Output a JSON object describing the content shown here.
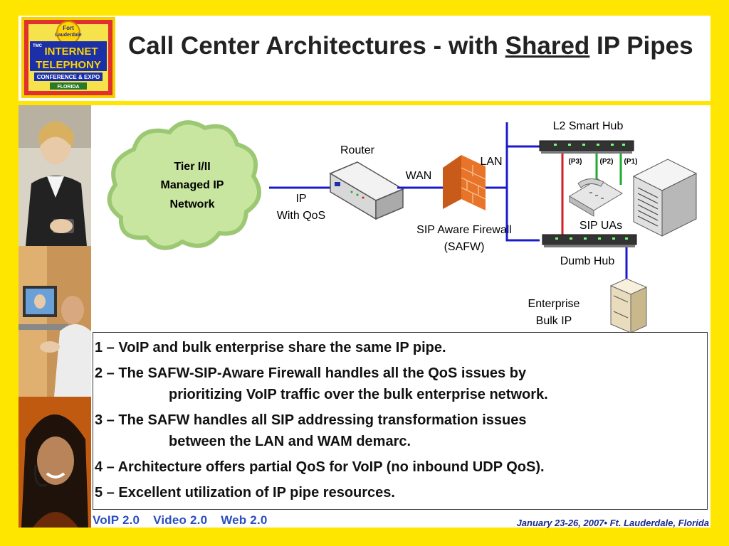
{
  "header": {
    "title_part1": "Call Center Architectures - with ",
    "title_underlined": "Shared",
    "title_part2": " IP Pipes",
    "logo": {
      "line1": "Fort",
      "line2": "Lauderdale",
      "line3": "INTERNET",
      "line4": "TELEPHONY",
      "line5": "CONFERENCE & EXPO",
      "line6": "FLORIDA",
      "badge": "TMC"
    }
  },
  "diagram": {
    "cloud_line1": "Tier I/II",
    "cloud_line2": "Managed IP",
    "cloud_line3": "Network",
    "ip_label1": "IP",
    "ip_label2": "With QoS",
    "router_label": "Router",
    "wan_label": "WAN",
    "lan_label": "LAN",
    "firewall_label1": "SIP Aware Firewall",
    "firewall_label2": "(SAFW)",
    "l2_hub_label": "L2 Smart Hub",
    "p3": "(P3)",
    "p2": "(P2)",
    "p1": "(P1)",
    "sip_uas": "SIP UAs",
    "dumb_hub_label": "Dumb Hub",
    "enterprise1": "Enterprise",
    "enterprise2": "Bulk IP",
    "colors": {
      "cloud": "#c8e6a0",
      "blue_link": "#1a1acc",
      "red_link": "#cc2222",
      "green_link": "#22aa33",
      "firewall": "#e8742a"
    }
  },
  "bullets": [
    {
      "main": "1 – VoIP and bulk enterprise share the same IP pipe.",
      "cont": ""
    },
    {
      "main": "2 – The SAFW-SIP-Aware Firewall handles all the QoS issues by",
      "cont": "prioritizing VoIP traffic over the bulk enterprise network."
    },
    {
      "main": "3 – The SAFW handles all SIP addressing transformation issues",
      "cont": "between the LAN and WAM demarc."
    },
    {
      "main": "4 – Architecture offers partial QoS for VoIP (no inbound UDP QoS).",
      "cont": ""
    },
    {
      "main": "5 – Excellent utilization of IP pipe resources.",
      "cont": ""
    }
  ],
  "footer": {
    "voip": "VoIP 2.0",
    "video": "Video 2.0",
    "web": "Web 2.0",
    "date": "January 23-26, 2007• Ft. Lauderdale, Florida"
  }
}
